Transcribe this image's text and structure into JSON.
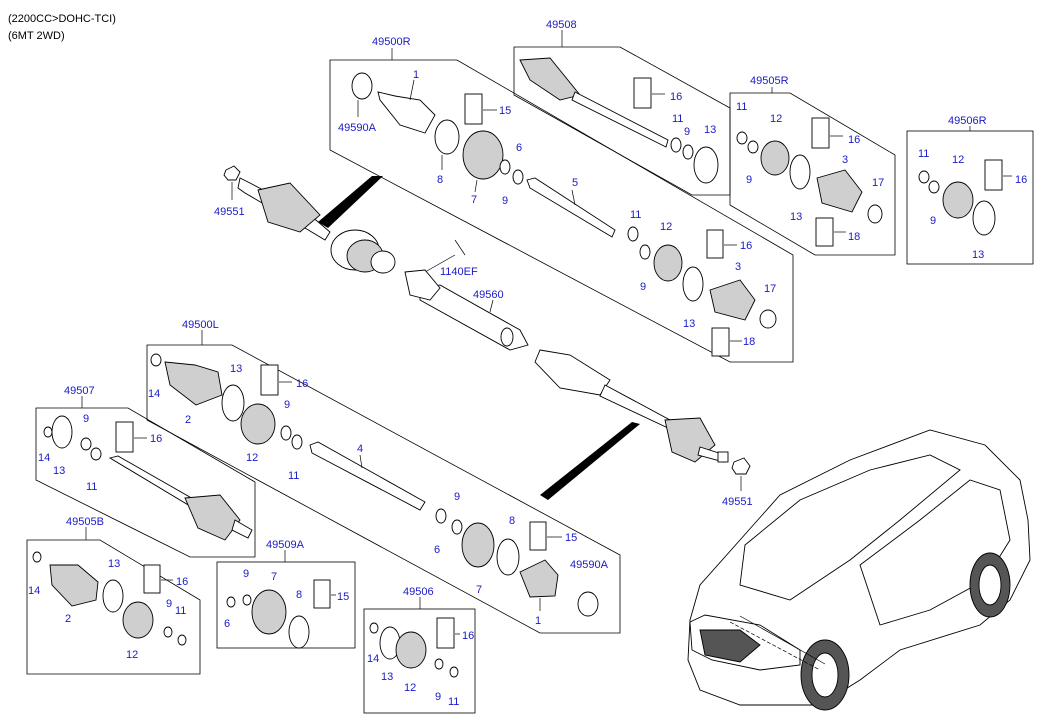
{
  "header": {
    "line1": "(2200CC>DOHC-TCI)",
    "line2": "(6MT 2WD)"
  },
  "assemblies": {
    "a49500R": "49500R",
    "a49508": "49508",
    "a49505R": "49505R",
    "a49506R": "49506R",
    "a49500L": "49500L",
    "a49507": "49507",
    "a49505B": "49505B",
    "a49509A": "49509A",
    "a49506": "49506"
  },
  "parts": {
    "p49551": "49551",
    "p49590A": "49590A",
    "p1140EF": "1140EF",
    "p49560": "49560",
    "n1": "1",
    "n2": "2",
    "n3": "3",
    "n4": "4",
    "n5": "5",
    "n6": "6",
    "n7": "7",
    "n8": "8",
    "n9": "9",
    "n11": "11",
    "n12": "12",
    "n13": "13",
    "n14": "14",
    "n15": "15",
    "n16": "16",
    "n17": "17",
    "n18": "18"
  }
}
